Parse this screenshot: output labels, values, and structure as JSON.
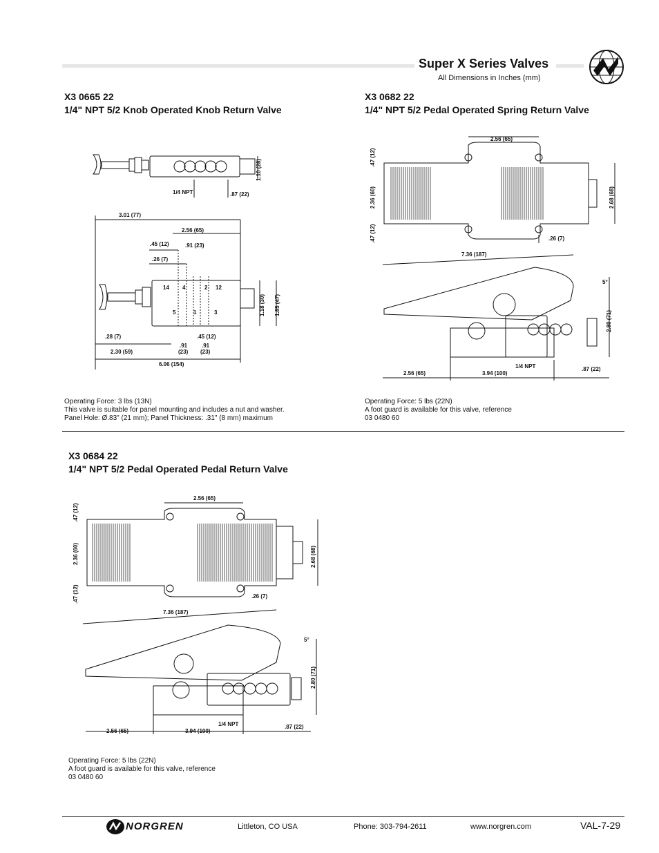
{
  "header": {
    "title": "Super X Series Valves",
    "subtitle": "All Dimensions in Inches (mm)"
  },
  "sections": [
    {
      "part_number": "X3 0665 22",
      "description": "1/4\" NPT 5/2 Knob Operated Knob Return Valve",
      "notes": [
        "Operating Force: 3 lbs (13N)",
        "This valve is suitable for panel mounting and includes a nut and washer.",
        "Panel Hole: Ø.83\" (21 mm);  Panel Thickness: .31\" (8 mm) maximum"
      ],
      "dims": {
        "d1": "1.10 (28)",
        "d2": "1/4 NPT",
        "d3": ".87 (22)",
        "d4": "3.01 (77)",
        "d5": "2.56 (65)",
        "d6": ".45 (12)",
        "d7": ".91 (23)",
        "d8": ".26 (7)",
        "d9": "1.18 (30)",
        "d10": "1.85 (47)",
        "d11": ".28 (7)",
        "d12": ".45 (12)",
        "d13": ".91",
        "d14": "(23)",
        "d15": ".91",
        "d16": "(23)",
        "d17": "2.30 (59)",
        "d18": "6.06 (154)",
        "p14": "14",
        "p4": "4",
        "p2": "2",
        "p12": "12",
        "p5": "5",
        "p1": "1",
        "p3": "3"
      }
    },
    {
      "part_number": "X3 0682 22",
      "description": "1/4\" NPT 5/2 Pedal Operated Spring Return Valve",
      "notes": [
        "Operating Force: 5 lbs (22N)",
        "A foot guard is available for this valve, reference",
        "03 0480 60"
      ],
      "dims": {
        "d1": "2.56 (65)",
        "d2": ".47 (12)",
        "d3": "2.36 (60)",
        "d4": ".47 (12)",
        "d5": "2.68 (68)",
        "d6": ".26 (7)",
        "d7": "7.36 (187)",
        "d8": "5°",
        "d9": "2.80 (71)",
        "d10": "1/4 NPT",
        "d11": "2.56 (65)",
        "d12": "3.94 (100)",
        "d13": ".87 (22)"
      }
    },
    {
      "part_number": "X3 0684 22",
      "description": "1/4\" NPT 5/2 Pedal Operated Pedal Return Valve",
      "notes": [
        "Operating Force: 5 lbs (22N)",
        "A foot guard is available for this valve, reference",
        "03 0480 60"
      ],
      "dims": {
        "d1": "2.56 (65)",
        "d2": ".47 (12)",
        "d3": "2.36 (60)",
        "d4": ".47 (12)",
        "d5": "2.68 (68)",
        "d6": ".26 (7)",
        "d7": "7.36 (187)",
        "d8": "5°",
        "d9": "2.80 (71)",
        "d10": "1/4 NPT",
        "d11": "2.56 (65)",
        "d12": "3.94 (100)",
        "d13": ".87 (22)"
      }
    }
  ],
  "footer": {
    "brand": "NORGREN",
    "location": "Littleton,  CO  USA",
    "phone": "Phone: 303-794-2611",
    "website": "www.norgren.com",
    "page": "VAL-7-29"
  }
}
